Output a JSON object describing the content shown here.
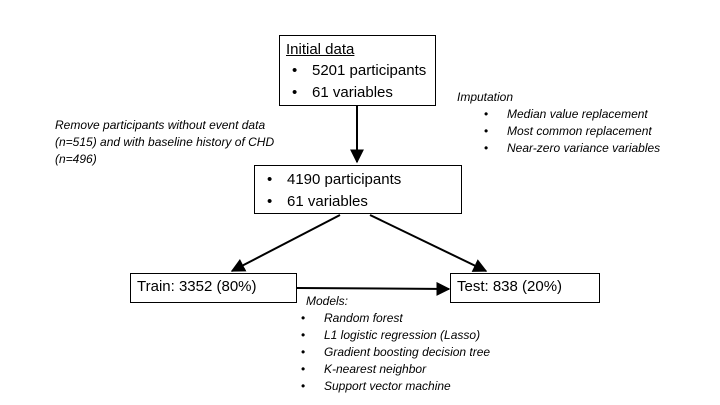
{
  "initial_box": {
    "title": "Initial data",
    "items": [
      "5201 participants",
      "61 variables"
    ]
  },
  "remove_note": {
    "lines": [
      "Remove participants without event data",
      "(n=515) and with baseline history of CHD",
      "(n=496)"
    ]
  },
  "imputation_note": {
    "heading": "Imputation",
    "items": [
      "Median value replacement",
      "Most common replacement",
      "Near-zero variance variables"
    ]
  },
  "middle_box": {
    "items": [
      "4190 participants",
      "61 variables"
    ]
  },
  "train_box": {
    "label": "Train: 3352 (80%)"
  },
  "test_box": {
    "label": "Test: 838 (20%)"
  },
  "models_note": {
    "heading": "Models:",
    "items": [
      "Random forest",
      "L1 logistic regression (Lasso)",
      "Gradient boosting decision tree",
      "K-nearest neighbor",
      "Support vector machine"
    ]
  }
}
